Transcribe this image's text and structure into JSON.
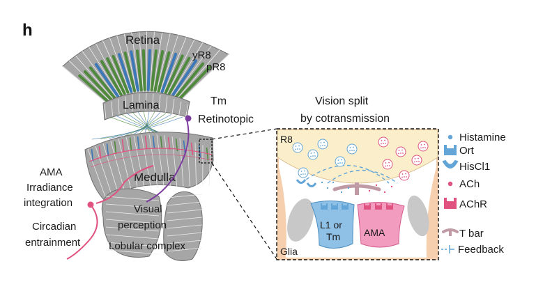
{
  "panel_letter": "h",
  "labels": {
    "retina": "Retina",
    "yr8": "yR8",
    "pr8": "pR8",
    "lamina": "Lamina",
    "medulla": "Medulla",
    "tm": "Tm",
    "retinotopic": "Retinotopic",
    "ama": "AMA",
    "irradiance": "Irradiance",
    "integration": "integration",
    "circadian": "Circadian",
    "entrainment": "entrainment",
    "visual": "Visual",
    "perception": "perception",
    "lobular_complex": "Lobular complex"
  },
  "inset": {
    "title_line1": "Vision split",
    "title_line2": "by cotransmission",
    "r8": "R8",
    "glia": "Glia",
    "l1_line1": "L1 or",
    "l1_line2": "Tm",
    "ama": "AMA"
  },
  "legend": {
    "histamine": "Histamine",
    "ort": "Ort",
    "hiscl1": "HisCl1",
    "ach": "ACh",
    "achr": "AChR",
    "tbar": "T bar",
    "feedback": "Feedback"
  },
  "colors": {
    "neuropil": "#a6a6a6",
    "yr8": "#4f8a3c",
    "pr8": "#3c78b8",
    "ach": "#e0527f",
    "tm_purple": "#7c3b9e",
    "histamine_blue": "#62a5d6",
    "r8_fill": "#fbeecb",
    "glia_fill": "#f5cfae",
    "l1_fill": "#8fc0e6",
    "ama_fill": "#f29cc0",
    "tbar": "#c09aa5"
  }
}
